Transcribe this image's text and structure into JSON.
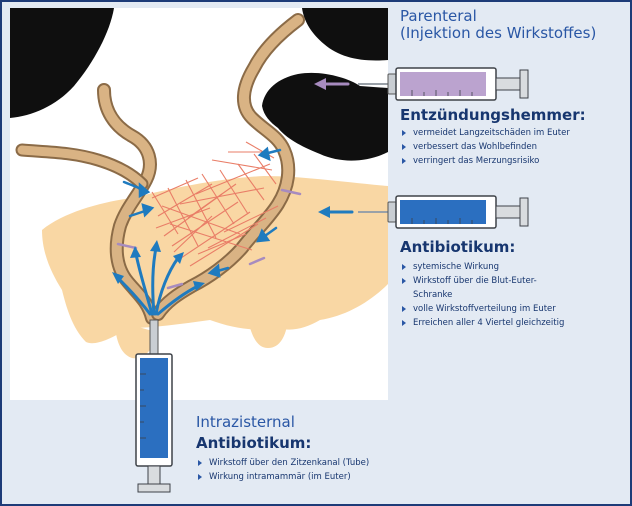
{
  "parenteral": {
    "title_line1": "Parenteral",
    "title_line2": "(Injektion des Wirkstoffes)"
  },
  "entzuendungshemmer": {
    "heading": "Entzündungshemmer:",
    "items": [
      "vermeidet Langzeitschäden im Euter",
      "verbessert das Wohlbefinden",
      "verringert das Merzungsrisiko"
    ]
  },
  "antibiotikum_parenteral": {
    "heading": "Antibiotikum:",
    "items": [
      "sytemische Wirkung",
      "Wirkstoff über die Blut-Euter-",
      "Schranke",
      "volle Wirkstoffverteilung im Euter",
      "Erreichen aller 4 Viertel gleichzeitig"
    ]
  },
  "intrazisternal": {
    "title": "Intrazisternal",
    "heading": "Antibiotikum:",
    "items": [
      "Wirkstoff über den Zitzenkanal (Tube)",
      "Wirkung intramammär (im Euter)"
    ]
  },
  "colors": {
    "frame": "#1d3b78",
    "background": "#e3eaf3",
    "udder": "#f9d7a4",
    "tissue": "#d9b384",
    "fibers": "#e97d67",
    "arrow_blue": "#1f7bbf",
    "arrow_purple": "#a78bbf",
    "syringe_purple": "#bba3cf",
    "syringe_blue": "#2b6fc0",
    "text_dark": "#17366f",
    "text_light": "#2a57a5"
  }
}
